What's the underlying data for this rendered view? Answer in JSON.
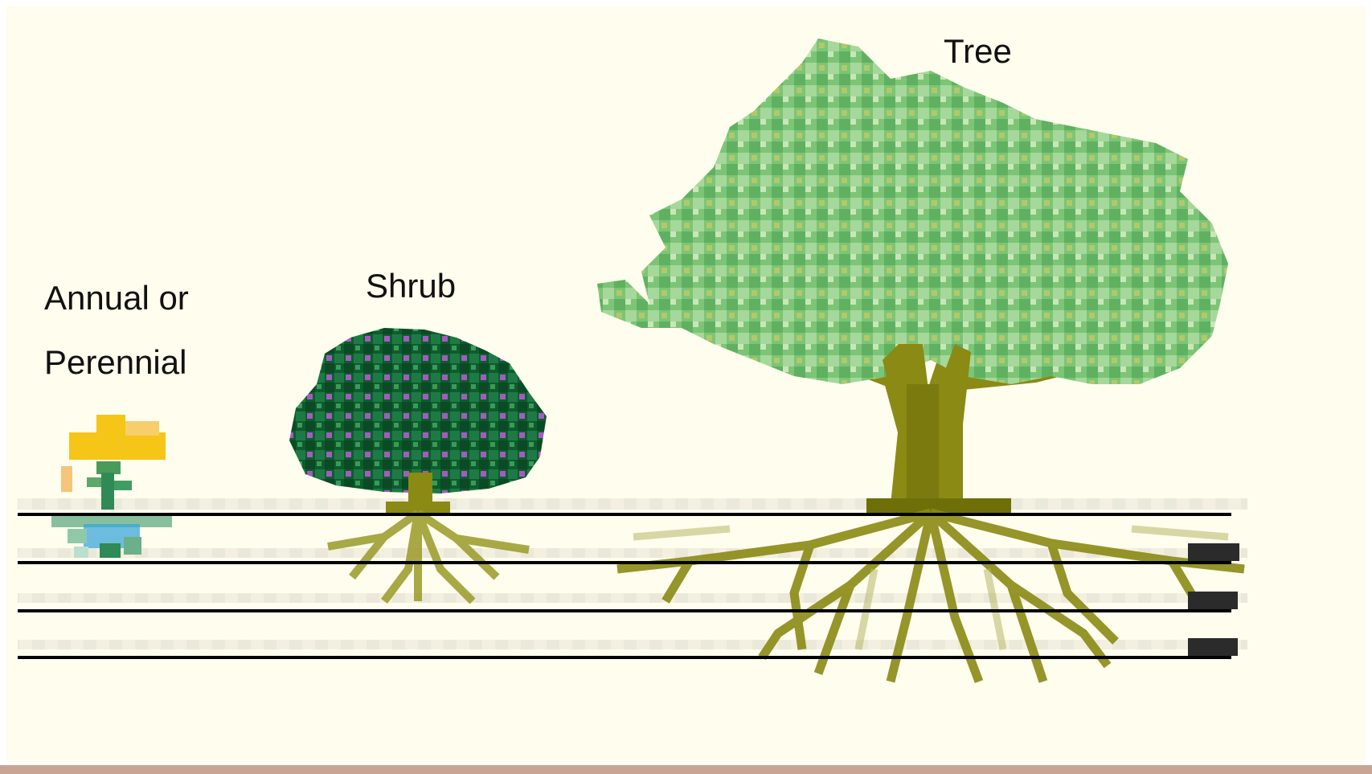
{
  "labels": {
    "annual_line1": "Annual or",
    "annual_line2": "Perennial",
    "shrub": "Shrub",
    "tree": "Tree"
  },
  "colors": {
    "background": "#fefdee",
    "soil_line": "#000000",
    "flower_petal": "#f5c518",
    "shrub_foliage": "#0d5c2e",
    "shrub_flower": "#a45bc0",
    "tree_foliage": "#72bd6b",
    "trunk_root": "#8a8a14",
    "bottom_rule": "#c9a393"
  },
  "icons": [
    "flower-icon",
    "shrub-icon",
    "tree-icon"
  ]
}
